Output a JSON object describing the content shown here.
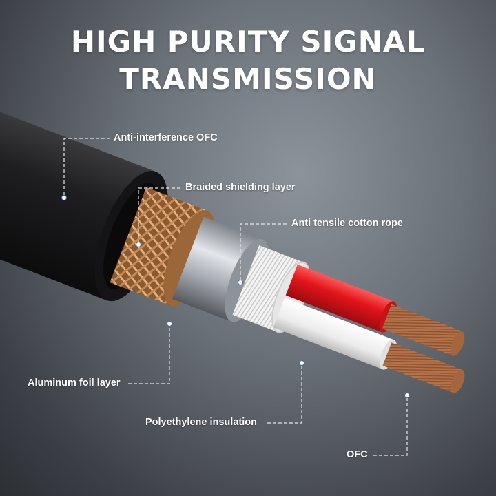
{
  "headline": {
    "line1": "HIGH PURITY SIGNAL",
    "line2": "TRANSMISSION"
  },
  "labels": {
    "anti_interference": "Anti-interference OFC",
    "braided": "Braided shielding layer",
    "cotton_rope": "Anti tensile cotton rope",
    "aluminum": "Aluminum foil layer",
    "polyethylene": "Polyethylene insulation",
    "ofc": "OFC"
  },
  "colors": {
    "jacket": "#1b1b1d",
    "braid": "#c8905a",
    "foil": "#b8bcc2",
    "cotton": "#f2f2f2",
    "red_insulation": "#e2151b",
    "white_insulation": "#f5f5f5",
    "copper": "#b57248"
  }
}
